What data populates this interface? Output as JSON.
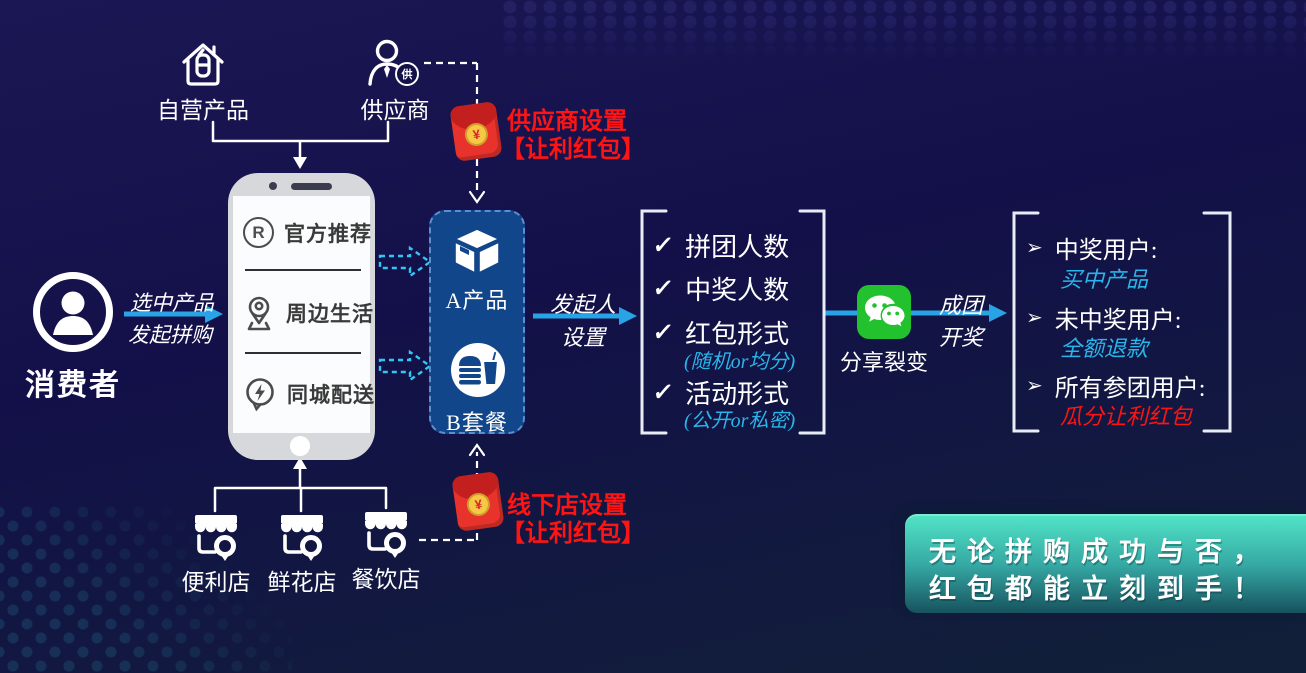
{
  "glyphs": {
    "check": "✓",
    "bullet": "➢",
    "r_badge": "R",
    "supplier_badge": "供",
    "yuan": "¥"
  },
  "consumer": {
    "label": "消费者",
    "arrow_line1": "选中产品",
    "arrow_line2": "发起拼购"
  },
  "sources": {
    "self_label": "自营产品",
    "supplier_label": "供应商"
  },
  "supplier_note": {
    "line1": "供应商设置",
    "line2": "【让利红包】"
  },
  "offline_note": {
    "line1": "线下店设置",
    "line2": "【让利红包】"
  },
  "phone": {
    "items": [
      {
        "label": "官方推荐"
      },
      {
        "label": "周边生活"
      },
      {
        "label": "同城配送"
      }
    ]
  },
  "products": {
    "a_label": "A产品",
    "b_label": "B套餐"
  },
  "initiator_arrow": {
    "line1": "发起人",
    "line2": "设置"
  },
  "settings": {
    "items": [
      {
        "text": "拼团人数"
      },
      {
        "text": "中奖人数"
      },
      {
        "text": "红包形式",
        "sub": "(随机or均分)"
      },
      {
        "text": "活动形式",
        "sub": "(公开or私密)"
      }
    ]
  },
  "share": {
    "label": "分享裂变"
  },
  "draw_arrow": {
    "line1": "成团",
    "line2": "开奖"
  },
  "results": {
    "items": [
      {
        "title": "中奖用户:",
        "sub": "买中产品",
        "sub_style": "cyan"
      },
      {
        "title": "未中奖用户:",
        "sub": "全额退款",
        "sub_style": "cyan"
      },
      {
        "title": "所有参团用户:",
        "sub": "瓜分让利红包",
        "sub_style": "red"
      }
    ]
  },
  "stores": {
    "items": [
      {
        "label": "便利店"
      },
      {
        "label": "鲜花店"
      },
      {
        "label": "餐饮店"
      }
    ]
  },
  "banner": {
    "line1": "无论拼购成功与否，",
    "line2": "红包都能立刻到手！"
  },
  "colors": {
    "flow_arrow_blue": "#28a3e6",
    "dashed_cyan": "#2fc8f5",
    "product_box_blue": "#12468a",
    "accent_cyan": "#2ab5ea",
    "alert_red": "#ff1414",
    "wechat_green": "#21c22e",
    "banner_gradient_top": "#52e5c7",
    "banner_gradient_bottom": "#17525e"
  }
}
